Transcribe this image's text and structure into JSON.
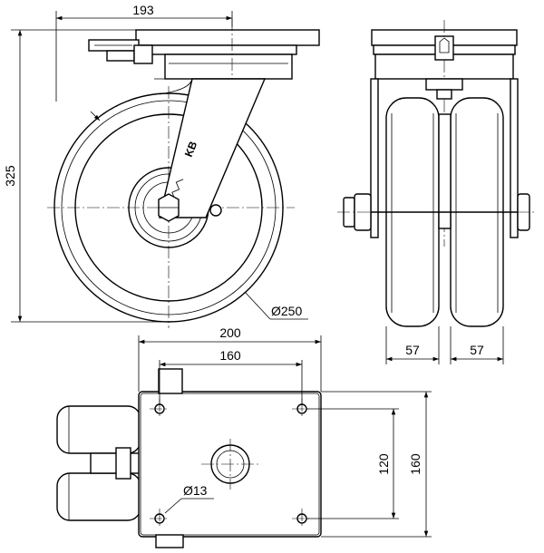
{
  "dimensions": {
    "offset_width": "193",
    "total_height": "325",
    "wheel_diameter": "Ø250",
    "plate_length": "200",
    "bolt_spacing_length": "160",
    "bolt_spacing_width": "120",
    "plate_width": "160",
    "bolt_hole": "Ø13",
    "wheel_width_left": "57",
    "wheel_width_right": "57"
  },
  "fork_marking": "KB"
}
